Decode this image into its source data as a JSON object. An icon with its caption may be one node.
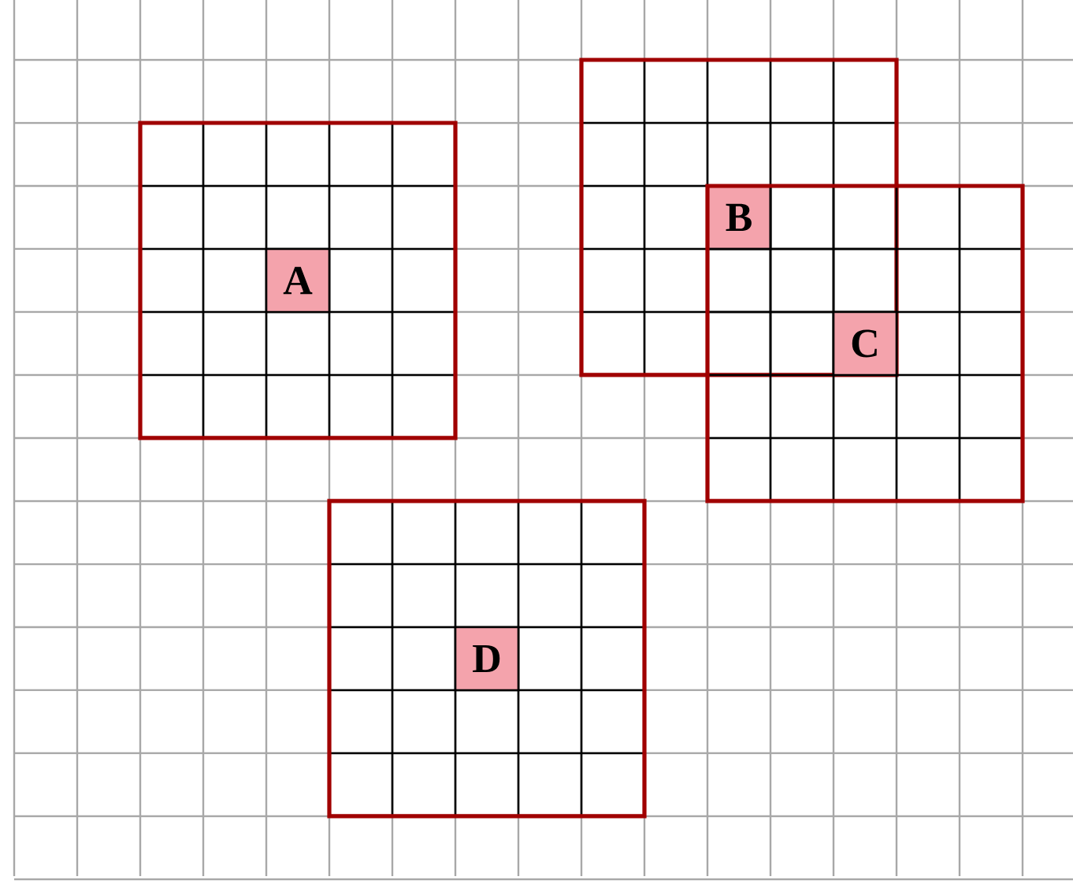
{
  "diagram": {
    "nodes": [
      {
        "text": [
          "A"
        ]
      },
      {
        "text": [
          "B"
        ]
      },
      {
        "text": [
          "C"
        ]
      },
      {
        "text": [
          "D"
        ]
      }
    ]
  }
}
